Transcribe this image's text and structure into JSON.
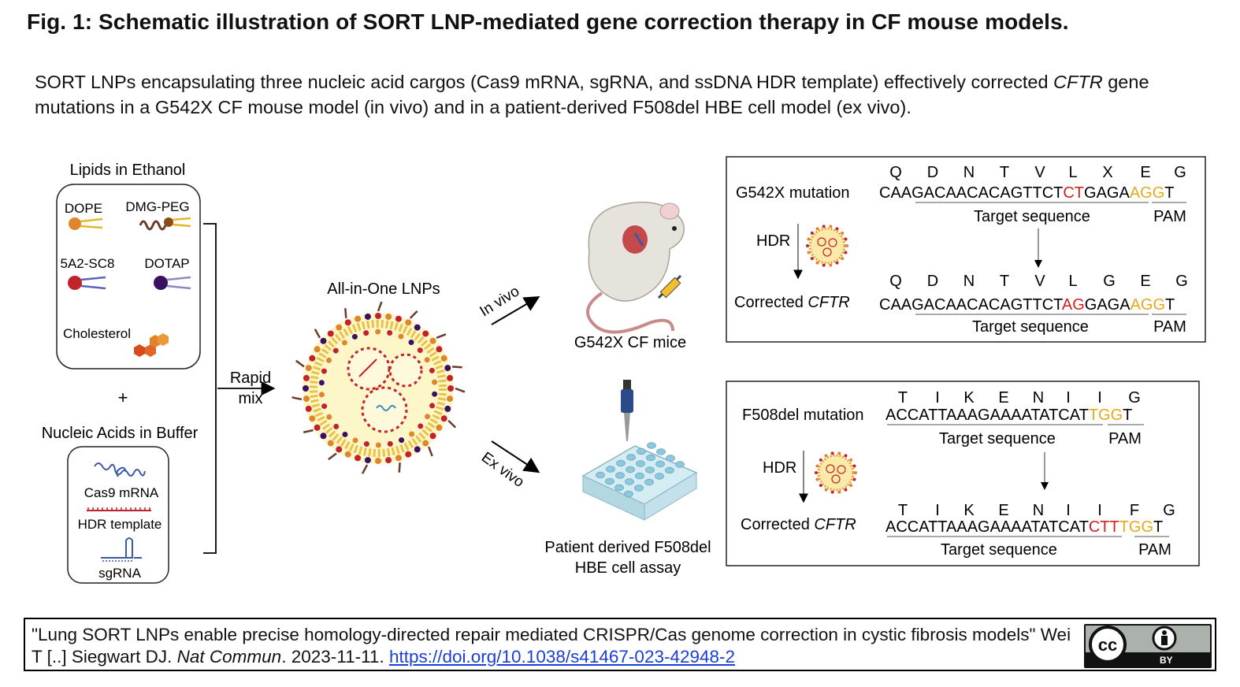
{
  "title": "Fig. 1: Schematic illustration of SORT LNP-mediated gene correction therapy in CF mouse models.",
  "caption": {
    "part1": "SORT LNPs encapsulating three nucleic acid cargos (Cas9 mRNA, sgRNA, and ssDNA HDR template) effectively corrected ",
    "gene": "CFTR",
    "part2": " gene mutations in a G542X CF mouse model (in vivo) and in a patient-derived F508del HBE cell model (ex vivo)."
  },
  "lipids": {
    "title": "Lipids in Ethanol",
    "dope": "DOPE",
    "dmgpeg": "DMG-PEG",
    "a5a2": "5A2-SC8",
    "dotap": "DOTAP",
    "cholesterol": "Cholesterol",
    "plus": "+"
  },
  "nucleic": {
    "title": "Nucleic Acids in Buffer",
    "cas9": "Cas9 mRNA",
    "hdr": "HDR template",
    "sgrna": "sgRNA"
  },
  "mix": {
    "line1": "Rapid",
    "line2": "mix"
  },
  "lnp": {
    "label": "All-in-One LNPs"
  },
  "routes": {
    "invivo": "In vivo",
    "exvivo": "Ex vivo"
  },
  "mice": {
    "label": "G542X CF mice"
  },
  "cells": {
    "line1": "Patient derived F508del",
    "line2": "HBE cell assay"
  },
  "colors": {
    "red": "#d42020",
    "gold": "#e7a91a",
    "dope": "#e0862a",
    "a5a2": "#c4222a",
    "dotap": "#3a1060",
    "chol": "#e0662a"
  },
  "g542x": {
    "mutation_label": "G542X mutation",
    "hdr": "HDR",
    "corrected": "Corrected",
    "cftr": "CFTR",
    "aa_mut": [
      "Q",
      "D",
      "N",
      "T",
      "V",
      "L",
      "X",
      "E",
      "G"
    ],
    "aa_cor": [
      "Q",
      "D",
      "N",
      "T",
      "V",
      "L",
      "G",
      "E",
      "G"
    ],
    "seq_mut": {
      "a": "CAAGACAACACAGTTCT",
      "b": "CT",
      "c": "GAGA",
      "d": "AGG",
      "e": "T"
    },
    "seq_cor": {
      "a": "CAAGACAACACAGTTCT",
      "b": "AG",
      "c": "GAGA",
      "d": "AGG",
      "e": "T"
    },
    "target": "Target sequence",
    "pam": "PAM"
  },
  "f508": {
    "mutation_label": "F508del mutation",
    "hdr": "HDR",
    "corrected": "Corrected",
    "cftr": "CFTR",
    "aa_mut": [
      "T",
      "I",
      "K",
      "E",
      "N",
      "I",
      "I",
      "G"
    ],
    "aa_cor": [
      "T",
      "I",
      "K",
      "E",
      "N",
      "I",
      "I",
      "F",
      "G"
    ],
    "seq_mut": {
      "a": "ACCATTAAAGAAAATATCAT",
      "d": "TGG",
      "e": "T"
    },
    "seq_cor": {
      "a": "ACCATTAAAGAAAATATCAT",
      "b": "CTT",
      "d": "TGG",
      "e": "T"
    },
    "target": "Target sequence",
    "pam": "PAM"
  },
  "citation": {
    "quote": "\"Lung SORT LNPs enable precise homology-directed repair mediated CRISPR/Cas genome correction in cystic fibrosis models\" Wei T [..] Siegwart DJ. ",
    "journal": "Nat Commun",
    "date": ". 2023-11-11. ",
    "doi": "https://doi.org/10.1038/s41467-023-42948-2"
  },
  "license": {
    "by": "BY"
  }
}
